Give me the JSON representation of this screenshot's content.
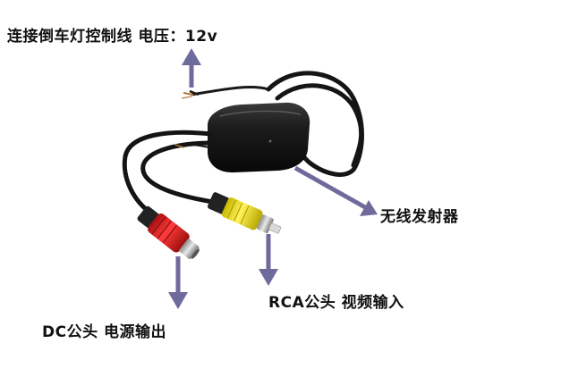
{
  "labels": {
    "control_wire": "连接倒车灯控制线 电压：12v",
    "transmitter": "无线发射器",
    "rca_input": "RCA公头 视频输入",
    "dc_power": "DC公头 电源输出"
  },
  "colors": {
    "arrow": "#6e6a9c",
    "cable": "#1a1a1a",
    "rca_yellow": "#e8d800",
    "dc_red": "#d81a1a",
    "text": "#111111"
  }
}
